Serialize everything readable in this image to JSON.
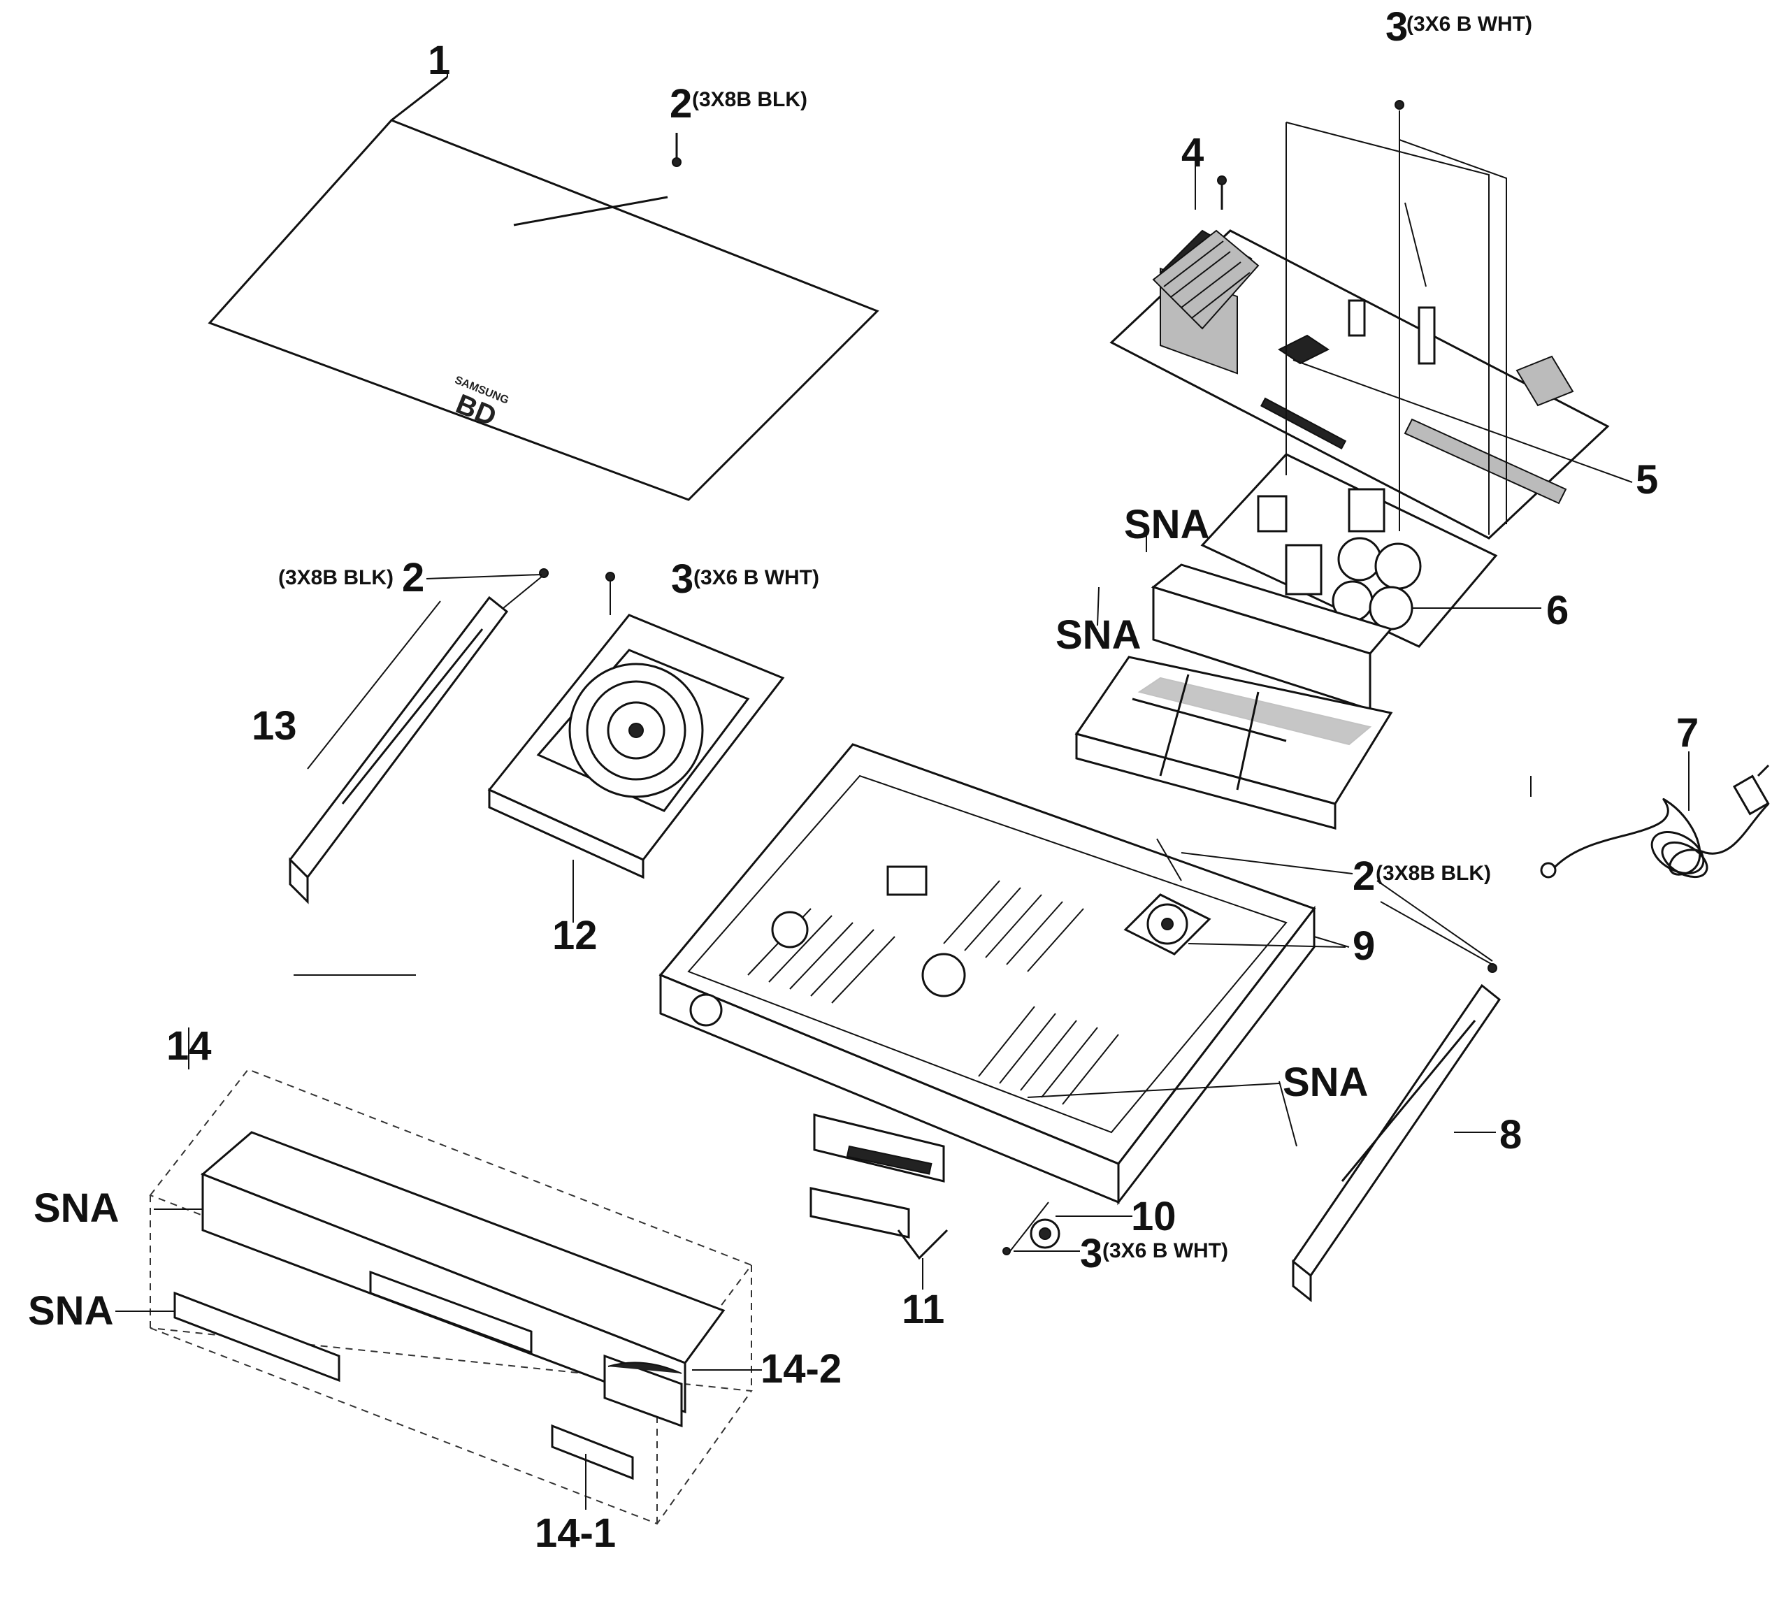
{
  "labels": {
    "p1": "1",
    "p2_top": "2",
    "p2_top_spec": "(3X8B BLK)",
    "p2_left": "2",
    "p2_left_spec": "(3X8B BLK)",
    "p2_mid": "2",
    "p2_mid_spec": "(3X8B BLK)",
    "p3_top": "3",
    "p3_top_spec": "(3X6 B WHT)",
    "p3_mid": "3",
    "p3_mid_spec": "(3X6 B WHT)",
    "p3_bot": "3",
    "p3_bot_spec": "(3X6 B WHT)",
    "p4": "4",
    "p5": "5",
    "p6": "6",
    "p7": "7",
    "p8": "8",
    "p9": "9",
    "p10": "10",
    "p11": "11",
    "p12": "12",
    "p13": "13",
    "p14": "14",
    "p14_1": "14-1",
    "p14_2": "14-2",
    "sna_1": "SNA",
    "sna_2": "SNA",
    "sna_3": "SNA",
    "sna_4": "SNA",
    "sna_5": "SNA"
  },
  "brand": {
    "maker": "SAMSUNG",
    "logo": "BD"
  }
}
